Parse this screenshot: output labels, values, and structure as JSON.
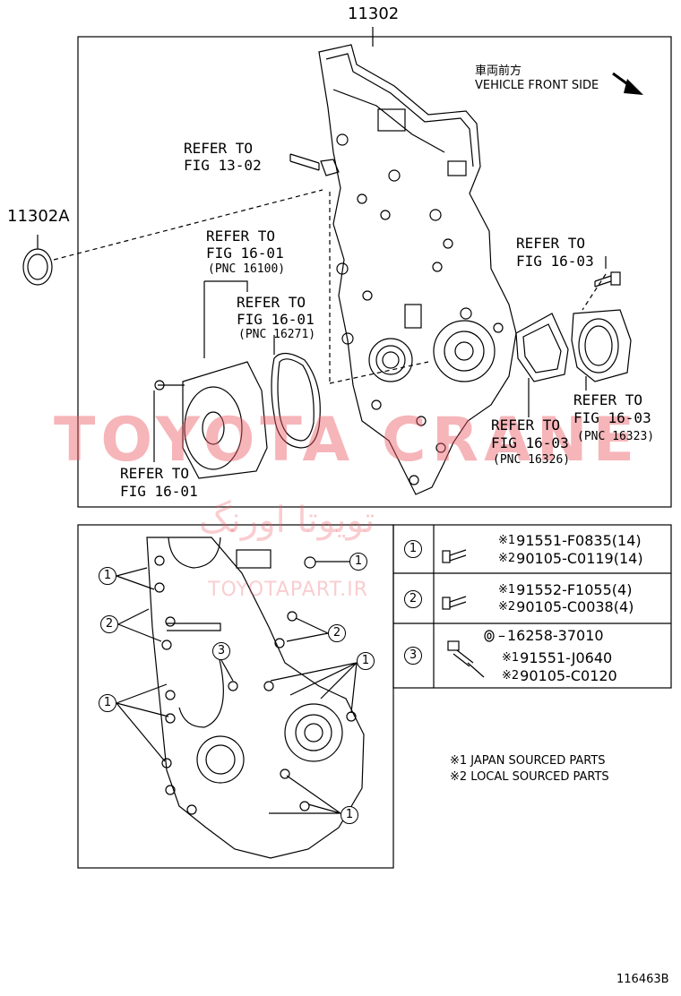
{
  "assembly_part_no": "11302",
  "oil_seal_part_no": "11302A",
  "vehicle_front_jp": "車両前方",
  "vehicle_front_en": "VEHICLE FRONT SIDE",
  "refs": {
    "fig_13_02": [
      "REFER TO",
      "FIG 13-02"
    ],
    "fig_16_01_a": [
      "REFER TO",
      "FIG 16-01"
    ],
    "fig_16_01_a_pnc": "(PNC 16100)",
    "fig_16_01_b": [
      "REFER TO",
      "FIG 16-01"
    ],
    "fig_16_01_b_pnc": "(PNC 16271)",
    "fig_16_01_c": [
      "REFER TO",
      "FIG 16-01"
    ],
    "fig_16_03_a": [
      "REFER TO",
      "FIG 16-03"
    ],
    "fig_16_03_b": [
      "REFER TO",
      "FIG 16-03"
    ],
    "fig_16_03_b_pnc": "(PNC 16323)",
    "fig_16_03_c": [
      "REFER TO",
      "FIG 16-03"
    ],
    "fig_16_03_c_pnc": "(PNC 16326)"
  },
  "legend": [
    {
      "num": "1",
      "rows": [
        {
          "mark": "※1",
          "part": "91551-F0835(14)"
        },
        {
          "mark": "※2",
          "part": "90105-C0119(14)"
        }
      ]
    },
    {
      "num": "2",
      "rows": [
        {
          "mark": "※1",
          "part": "91552-F1055(4)"
        },
        {
          "mark": "※2",
          "part": "90105-C0038(4)"
        }
      ]
    },
    {
      "num": "3",
      "washer": "16258-37010",
      "rows": [
        {
          "mark": "※1",
          "part": "91551-J0640"
        },
        {
          "mark": "※2",
          "part": "90105-C0120"
        }
      ]
    }
  ],
  "notes": [
    "※1 JAPAN SOURCED PARTS",
    "※2 LOCAL SOURCED PARTS"
  ],
  "callout_num": {
    "one": "1",
    "two": "2",
    "three": "3"
  },
  "watermark": {
    "main": "TOYOTA CRANE",
    "fa": "تويوتا اورنگ",
    "url": "TOYOTAPART.IR"
  },
  "figure_id": "116463B"
}
